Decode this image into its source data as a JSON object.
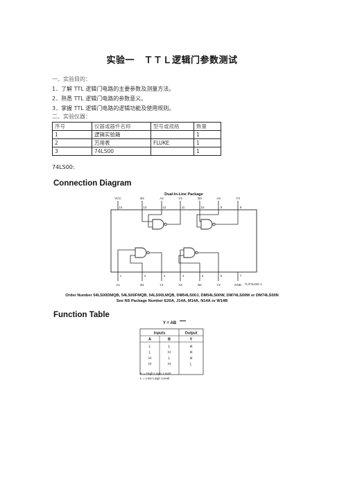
{
  "title": "实验一　ＴＴＬ逻辑门参数测试",
  "section1": {
    "heading": "一、实验目的：",
    "items": [
      "1．了解 TTL 逻辑门电路的主要参数及测量方法。",
      "2．熟悉 TTL 逻辑门电路的参数意义。",
      "3．掌握 TTL 逻辑门电路的逻辑功能及使用规则。"
    ]
  },
  "section2": {
    "heading": "二、实验仪器："
  },
  "equipment_table": {
    "headers": [
      "序号",
      "仪器或器件名称",
      "型号或规格",
      "数量"
    ],
    "rows": [
      [
        "1",
        "逻辑实验箱",
        "",
        "1"
      ],
      [
        "2",
        "万用表",
        "FLUKE",
        "1"
      ],
      [
        "3",
        "74LS00",
        "",
        "1"
      ]
    ]
  },
  "chip_label": "74LS00:",
  "connection_diagram": {
    "heading": "Connection Diagram",
    "package": "Dual-In-Line Package",
    "top_pins": [
      "VCC",
      "B4",
      "A4",
      "Y4",
      "B3",
      "A3",
      "Y3"
    ],
    "top_numbers": [
      "14",
      "13",
      "12",
      "11",
      "10",
      "9",
      "8"
    ],
    "bottom_pins": [
      "A1",
      "B1",
      "Y1",
      "A2",
      "B2",
      "Y2",
      "GND"
    ],
    "bottom_numbers": [
      "1",
      "2",
      "3",
      "4",
      "5",
      "6",
      "7"
    ],
    "ref": "TL/F/6439–1",
    "order_line": "Order Number 54LS00DMQB, 54LS00FMQB, 54LS00LMQB, DM54LS00J, DM54LS00W, DM74LS00M or DM74LS00N",
    "package_line": "See NS Package Number E20A, J14A, M14A, N14A or W14B"
  },
  "function_table": {
    "heading": "Function Table",
    "equation": "Y = AB",
    "group_headers": [
      "Inputs",
      "Output"
    ],
    "col_headers": [
      "A",
      "B",
      "Y"
    ],
    "rows": [
      [
        "L",
        "L",
        "H"
      ],
      [
        "L",
        "H",
        "H"
      ],
      [
        "H",
        "L",
        "H"
      ],
      [
        "H",
        "H",
        "L"
      ]
    ],
    "legend": [
      "H = High Logic Level",
      "L = Low Logic Level"
    ]
  }
}
